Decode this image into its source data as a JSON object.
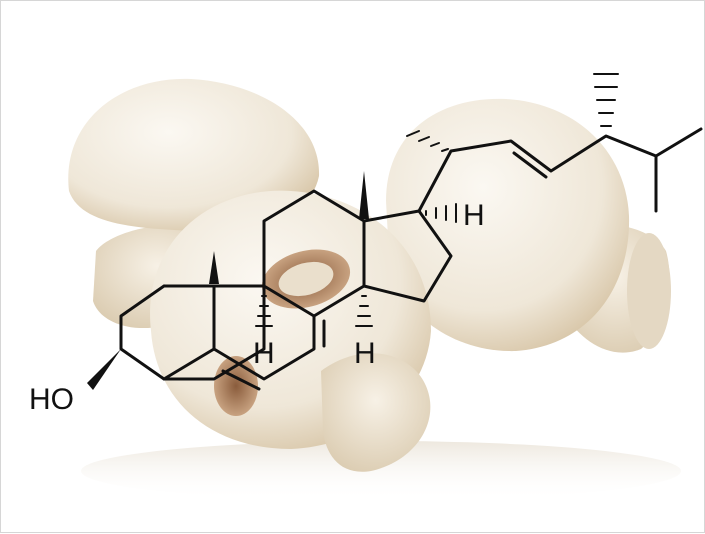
{
  "labels": {
    "hydroxyl": "HO",
    "h_c9": "H",
    "h_c14": "H",
    "h_c17": "H"
  },
  "colors": {
    "bond": "#111111",
    "mushroom_cap": "#f3eee4",
    "mushroom_shade": "#d9cbb2",
    "mushroom_stem": "#ece3d2",
    "gill": "#c9a07c"
  },
  "subject": {
    "molecule": "steroid-sterol-skeleton",
    "background_object": "button-mushrooms"
  }
}
